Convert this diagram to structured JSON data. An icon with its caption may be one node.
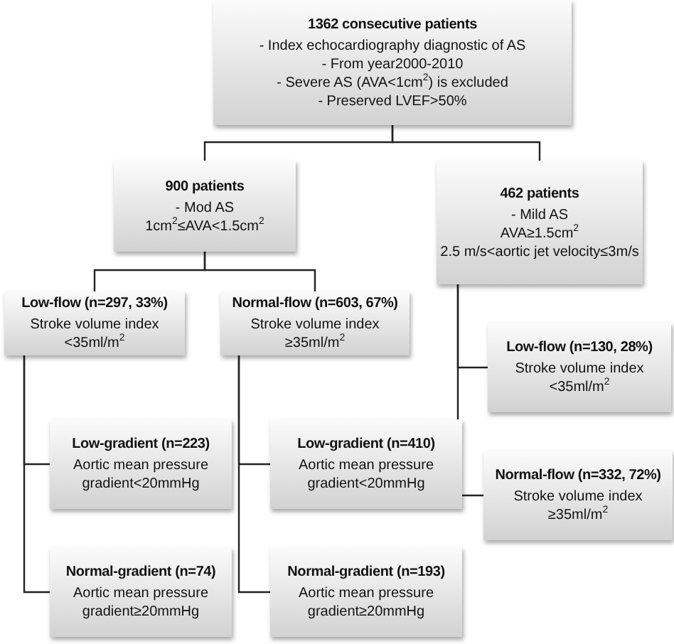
{
  "diagram": {
    "nodes": [
      {
        "text": [
          "1362 consecutive patients",
          "- Index echocardiography diagnostic of AS",
          "- From year2000-2010",
          "- Severe AS (AVA<1cm$^{2}$) is excluded",
          "- Preserved LVEF>50%"
        ]
      },
      {
        "text": [
          "900 patients",
          "- Mod AS",
          "1cm$^{2}$≤AVA<1.5cm$^{2}$"
        ]
      },
      {
        "text": [
          "462 patients",
          "- Mild AS",
          "AVA≥1.5cm$^{2}$",
          "2.5 m/s<aortic jet velocity≤3m/s"
        ]
      },
      {
        "text": [
          "Low-flow (n=297, 33%)",
          "Stroke volume index <35ml/m$^{2}$"
        ]
      },
      {
        "text": [
          "Normal-flow (n=603, 67%)",
          "Stroke volume index ≥35ml/m$^{2}$"
        ]
      },
      {
        "text": [
          "Low-flow (n=130, 28%)",
          "Stroke volume index <35ml/m$^{2}$"
        ]
      },
      {
        "text": [
          "Low-gradient (n=223)",
          "Aortic mean pressure gradient<20mmHg"
        ]
      },
      {
        "text": [
          "Low-gradient (n=410)",
          "Aortic mean pressure gradient<20mmHg"
        ]
      },
      {
        "text": [
          "Normal-flow (n=332, 72%)",
          "Stroke volume index ≥35ml/m$^{2}$"
        ]
      },
      {
        "text": [
          "Normal-gradient (n=74)",
          "Aortic mean pressure gradient≥20mmHg"
        ]
      },
      {
        "text": [
          "Normal-gradient (n=193)",
          "Aortic mean pressure gradient≥20mmHg"
        ]
      }
    ],
    "edges": [
      {
        "from": 0,
        "to": 1,
        "arrow": "none"
      },
      {
        "from": 0,
        "to": 2,
        "arrow": "none"
      },
      {
        "from": 1,
        "to": 3,
        "arrow": "none"
      },
      {
        "from": 1,
        "to": 4,
        "arrow": "none"
      },
      {
        "from": 2,
        "to": 5,
        "arrow": "none"
      },
      {
        "from": 2,
        "to": 8,
        "arrow": "none"
      },
      {
        "from": 3,
        "to": 6,
        "arrow": "none"
      },
      {
        "from": 3,
        "to": 9,
        "arrow": "none"
      },
      {
        "from": 4,
        "to": 7,
        "arrow": "none"
      },
      {
        "from": 4,
        "to": 10,
        "arrow": "none"
      }
    ]
  }
}
